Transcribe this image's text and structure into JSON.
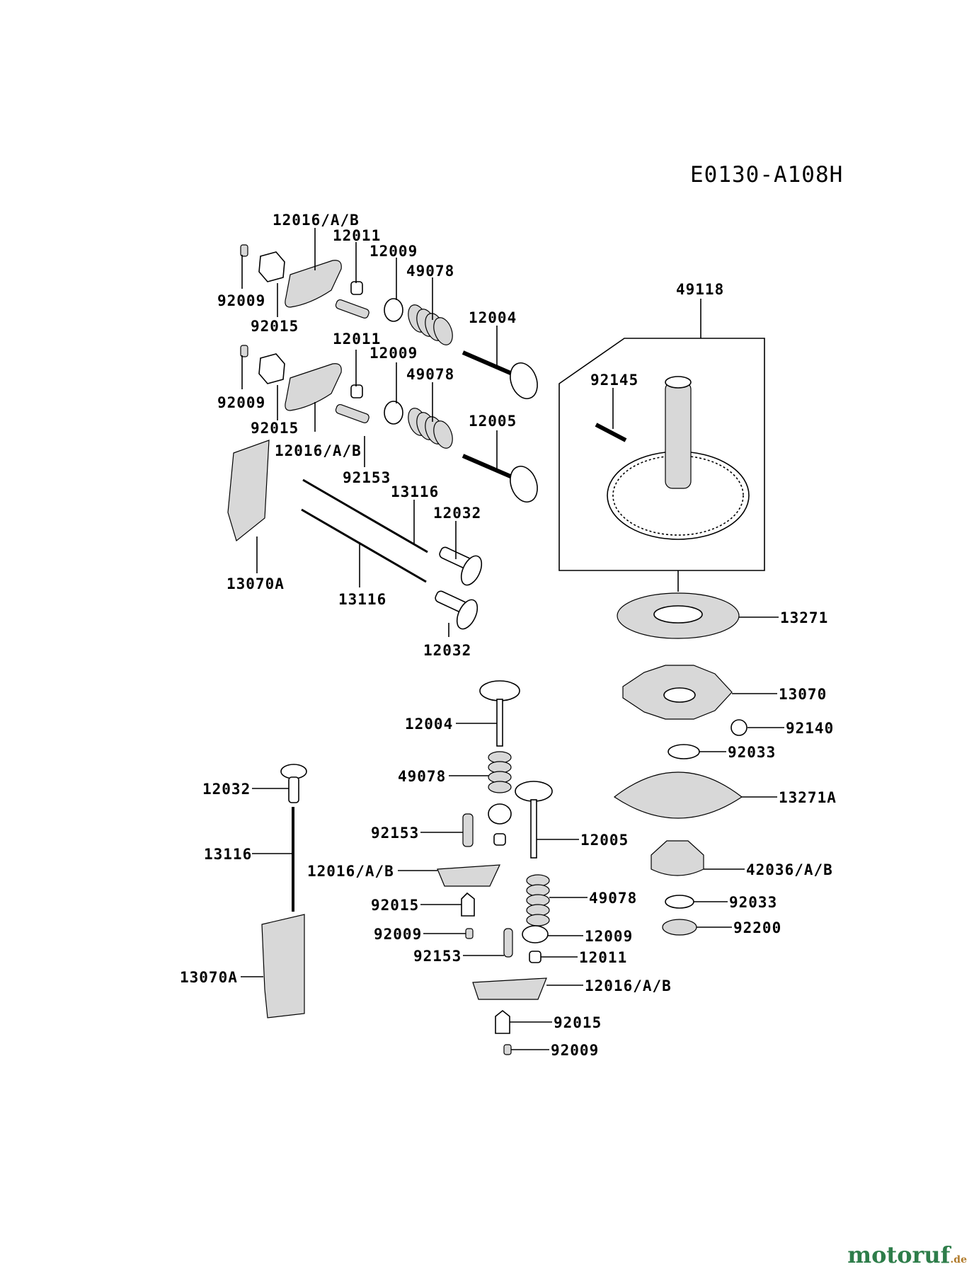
{
  "diagram": {
    "code": "E0130-A108H",
    "labels": [
      {
        "id": "l1",
        "text": "12016/A/B"
      },
      {
        "id": "l2",
        "text": "12011"
      },
      {
        "id": "l3",
        "text": "12009"
      },
      {
        "id": "l4",
        "text": "49078"
      },
      {
        "id": "l5",
        "text": "92009"
      },
      {
        "id": "l6",
        "text": "92015"
      },
      {
        "id": "l7",
        "text": "12004"
      },
      {
        "id": "l8",
        "text": "12011"
      },
      {
        "id": "l9",
        "text": "12009"
      },
      {
        "id": "l10",
        "text": "49078"
      },
      {
        "id": "l11",
        "text": "92009"
      },
      {
        "id": "l12",
        "text": "92015"
      },
      {
        "id": "l13",
        "text": "12016/A/B"
      },
      {
        "id": "l14",
        "text": "12005"
      },
      {
        "id": "l15",
        "text": "92153"
      },
      {
        "id": "l16",
        "text": "13116"
      },
      {
        "id": "l17",
        "text": "12032"
      },
      {
        "id": "l18",
        "text": "13070A"
      },
      {
        "id": "l19",
        "text": "13116"
      },
      {
        "id": "l20",
        "text": "12032"
      },
      {
        "id": "l21",
        "text": "49118"
      },
      {
        "id": "l22",
        "text": "92145"
      },
      {
        "id": "l23",
        "text": "13271"
      },
      {
        "id": "l24",
        "text": "13070"
      },
      {
        "id": "l25",
        "text": "92140"
      },
      {
        "id": "l26",
        "text": "92033"
      },
      {
        "id": "l27",
        "text": "13271A"
      },
      {
        "id": "l28",
        "text": "42036/A/B"
      },
      {
        "id": "l29",
        "text": "92033"
      },
      {
        "id": "l30",
        "text": "92200"
      },
      {
        "id": "l31",
        "text": "12004"
      },
      {
        "id": "l32",
        "text": "49078"
      },
      {
        "id": "l33",
        "text": "92153"
      },
      {
        "id": "l34",
        "text": "12005"
      },
      {
        "id": "l35",
        "text": "12016/A/B"
      },
      {
        "id": "l36",
        "text": "49078"
      },
      {
        "id": "l37",
        "text": "92015"
      },
      {
        "id": "l38",
        "text": "12009"
      },
      {
        "id": "l39",
        "text": "92009"
      },
      {
        "id": "l40",
        "text": "92153"
      },
      {
        "id": "l41",
        "text": "12011"
      },
      {
        "id": "l42",
        "text": "12016/A/B"
      },
      {
        "id": "l43",
        "text": "92015"
      },
      {
        "id": "l44",
        "text": "92009"
      },
      {
        "id": "l45",
        "text": "12032"
      },
      {
        "id": "l46",
        "text": "13116"
      },
      {
        "id": "l47",
        "text": "13070A"
      }
    ]
  },
  "watermark": {
    "main": "motoruf",
    "tld": ".de"
  }
}
